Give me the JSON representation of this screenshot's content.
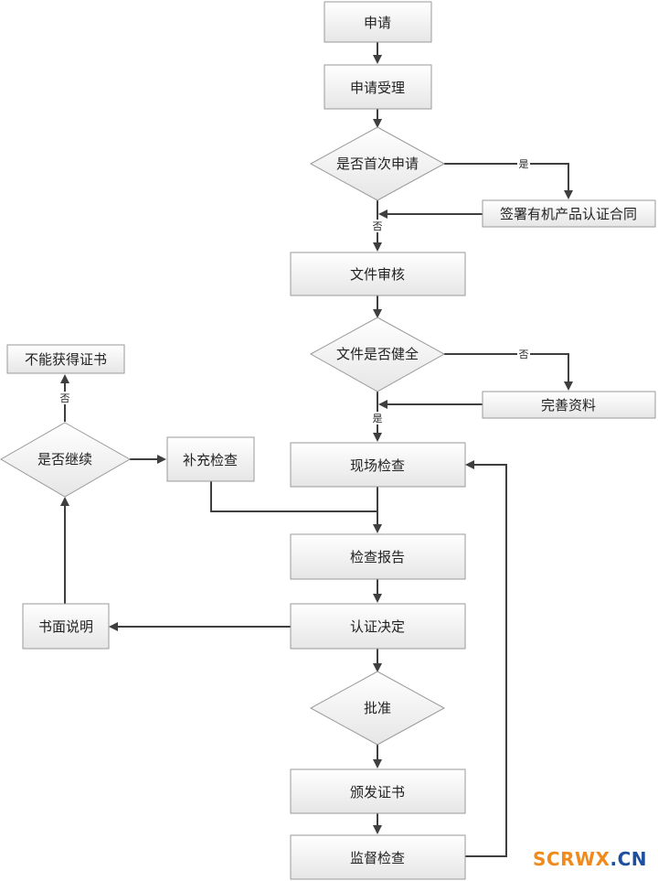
{
  "nodes": {
    "apply": "申请",
    "accept": "申请受理",
    "first_apply": "是否首次申请",
    "sign_contract": "签署有机产品认证合同",
    "doc_review": "文件审核",
    "doc_complete": "文件是否健全",
    "supplement": "完善资料",
    "onsite": "现场检查",
    "report": "检查报告",
    "decision": "认证决定",
    "approve": "批准",
    "issue": "颁发证书",
    "supervise": "监督检查",
    "written": "书面说明",
    "continue_q": "是否继续",
    "extra_check": "补充检查",
    "no_cert": "不能获得证书"
  },
  "edge_labels": {
    "first_yes": "是",
    "first_no": "否",
    "doc_no": "否",
    "doc_yes": "是",
    "continue_no": "否"
  },
  "watermark": {
    "part1": "SCRWX",
    "part2": ".CN"
  }
}
